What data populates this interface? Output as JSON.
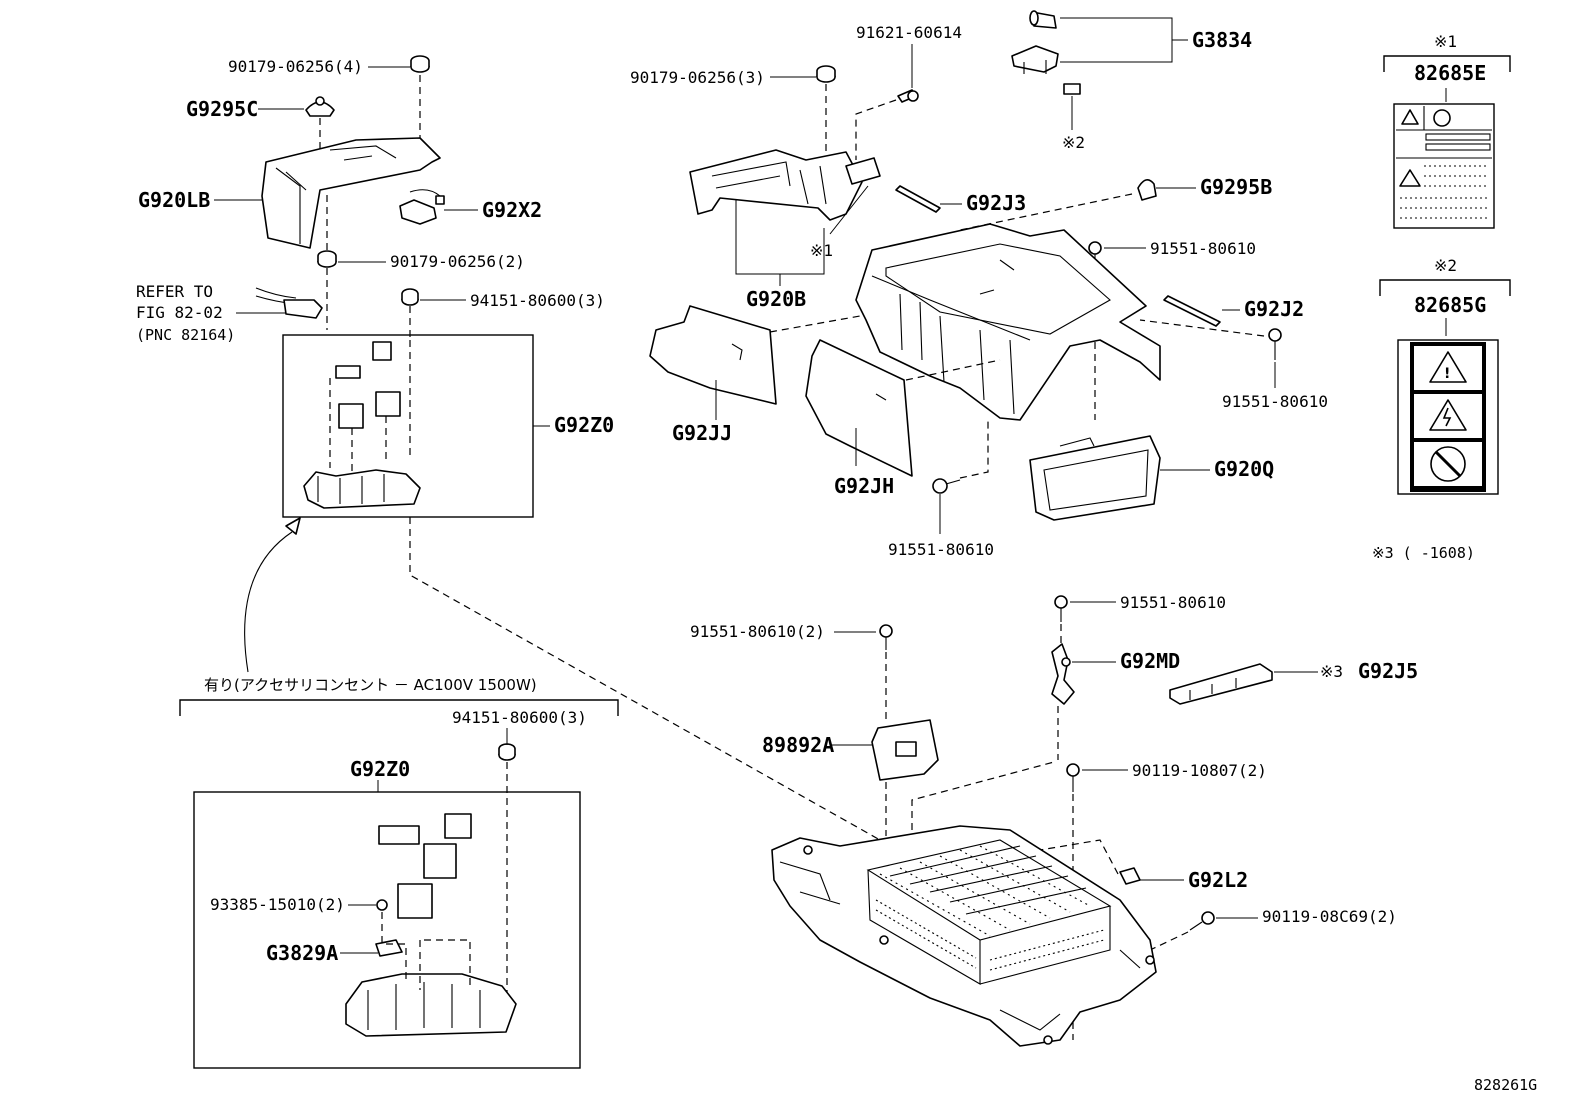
{
  "labels": {
    "l_90179_4": "90179-06256(4)",
    "l_G9295C": "G9295C",
    "l_G920LB": "G920LB",
    "l_G92X2": "G92X2",
    "l_90179_2": "90179-06256(2)",
    "l_refer1": "REFER TO",
    "l_refer2": "FIG 82-02",
    "l_refer3": "(PNC 82164)",
    "l_94151_top": "94151-80600(3)",
    "l_G92Z0_top": "G92Z0",
    "l_jp_note": "有り(アクセサリコンセント － AC100V 1500W)",
    "l_94151_bot": "94151-80600(3)",
    "l_G92Z0_bot": "G92Z0",
    "l_93385": "93385-15010(2)",
    "l_G3829A": "G3829A",
    "l_91621": "91621-60614",
    "l_90179_3": "90179-06256(3)",
    "l_G3834": "G3834",
    "l_ref2_a": "※2",
    "l_G92J3": "G92J3",
    "l_ref1_a": "※1",
    "l_G920B": "G920B",
    "l_G9295B": "G9295B",
    "l_91551_a": "91551-80610",
    "l_G92J2": "G92J2",
    "l_91551_b": "91551-80610",
    "l_G92JJ": "G92JJ",
    "l_G92JH": "G92JH",
    "l_G920Q": "G920Q",
    "l_91551_c": "91551-80610",
    "l_91551_d": "91551-80610",
    "l_91551_2": "91551-80610(2)",
    "l_G92MD": "G92MD",
    "l_ref3_a": "※3",
    "l_G92J5": "G92J5",
    "l_89892A": "89892A",
    "l_90119_108": "90119-10807(2)",
    "l_G92L2": "G92L2",
    "l_90119_08C": "90119-08C69(2)",
    "l_note1_mark": "※1",
    "l_82685E": "82685E",
    "l_note2_mark": "※2",
    "l_82685G": "82685G",
    "l_note3": "※3 (    -1608)",
    "l_figno": "828261G"
  }
}
